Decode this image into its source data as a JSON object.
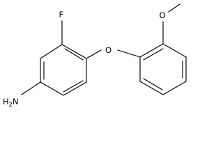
{
  "molecule": {
    "labels": {
      "fluorine": "F",
      "ether_oxygen": "O",
      "methoxy_oxygen": "O",
      "amine_main": "H",
      "amine_sub": "2",
      "amine_tail": "N"
    }
  }
}
